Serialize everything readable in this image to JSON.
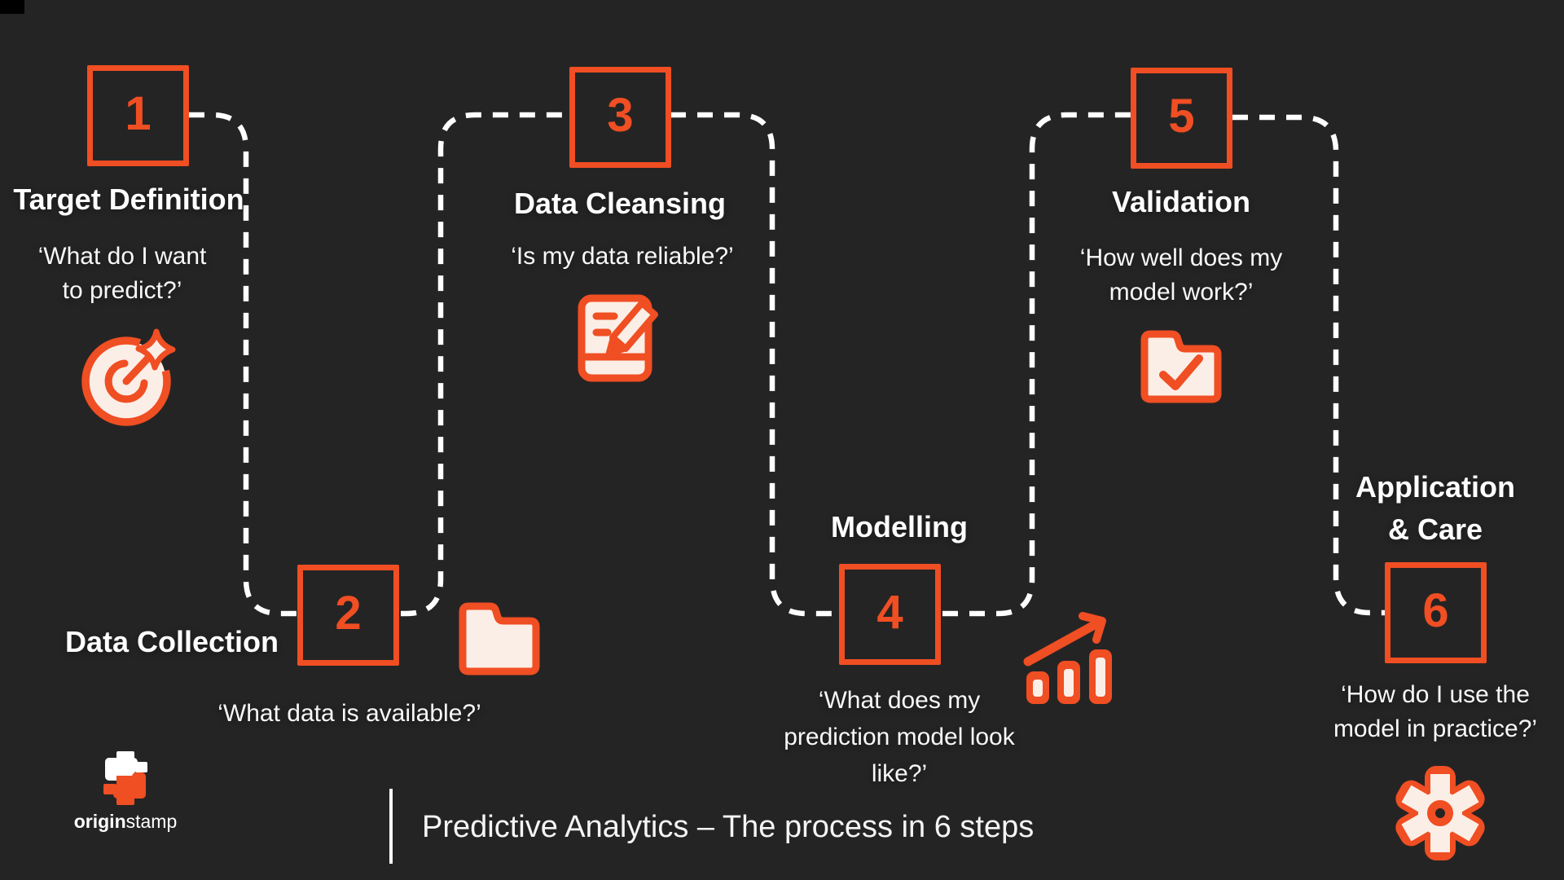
{
  "page": {
    "background": "#252424",
    "accent": "#F04E23",
    "icon_fill": "#FBEEE6",
    "connector_color": "#FFFFFF"
  },
  "steps": [
    {
      "number": "1",
      "title": "Target Definition",
      "question_lines": [
        "‘What do I want",
        "to predict?’"
      ],
      "icon": "target-dart-icon"
    },
    {
      "number": "2",
      "title": "Data Collection",
      "question_lines": [
        "‘What data is available?’"
      ],
      "icon": "folder-icon"
    },
    {
      "number": "3",
      "title": "Data Cleansing",
      "question_lines": [
        "‘Is my data reliable?’"
      ],
      "icon": "note-edit-icon"
    },
    {
      "number": "4",
      "title": "Modelling",
      "question_lines": [
        "‘What does my",
        "prediction model look",
        "like?’"
      ],
      "icon": "bar-chart-arrow-icon"
    },
    {
      "number": "5",
      "title": "Validation",
      "question_lines": [
        "‘How well does my",
        "model work?’"
      ],
      "icon": "folder-check-icon"
    },
    {
      "number": "6",
      "title": "Application & Care",
      "title_lines": [
        "Application",
        "& Care"
      ],
      "question_lines": [
        "‘How do I use the",
        "model in practice?’"
      ],
      "icon": "gear-icon"
    }
  ],
  "footer": {
    "title": "Predictive Analytics – The process in 6 steps"
  },
  "brand": {
    "bold": "origin",
    "light": "stamp"
  }
}
